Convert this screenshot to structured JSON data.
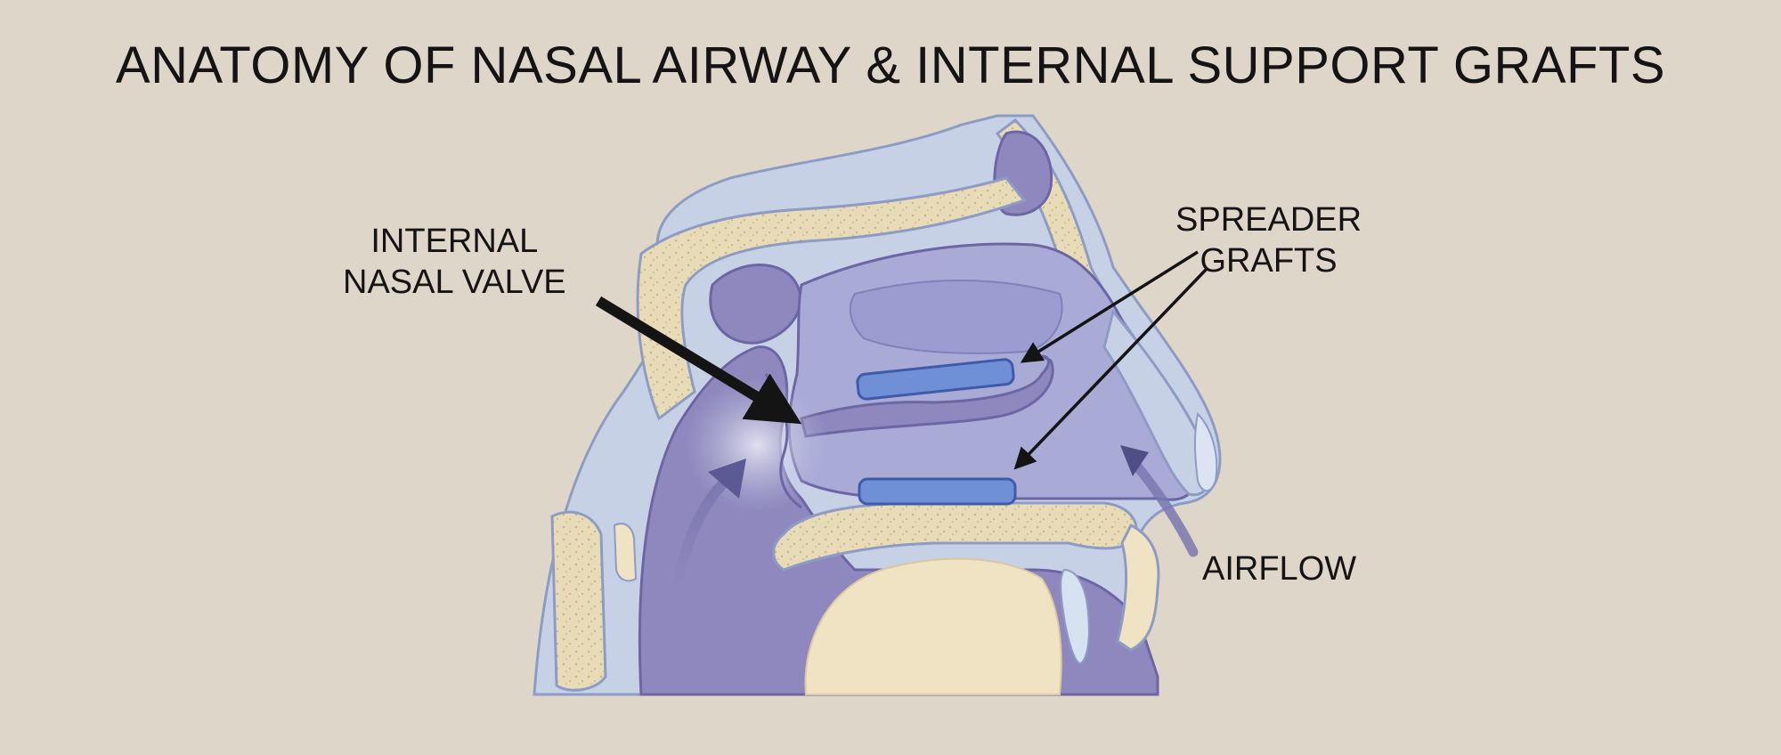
{
  "title": "ANATOMY OF NASAL AIRWAY & INTERNAL SUPPORT GRAFTS",
  "labels": {
    "internal_nasal_valve": {
      "line1": "INTERNAL",
      "line2": "NASAL VALVE"
    },
    "spreader_grafts": {
      "line1": "SPREADER",
      "line2": "GRAFTS"
    },
    "airflow": "AIRFLOW"
  },
  "colors": {
    "background": "#dfd6ca",
    "bone": "#e8dcb8",
    "bone_outline": "#8e9cc4",
    "airway": "#8f88be",
    "airway_light": "#b9bfdc",
    "mucosa": "#a9aad6",
    "skin": "#efe3c4",
    "graft": "#6f8fd6",
    "arrow": "#141414",
    "airflow_arrow": "#4e4f86"
  }
}
